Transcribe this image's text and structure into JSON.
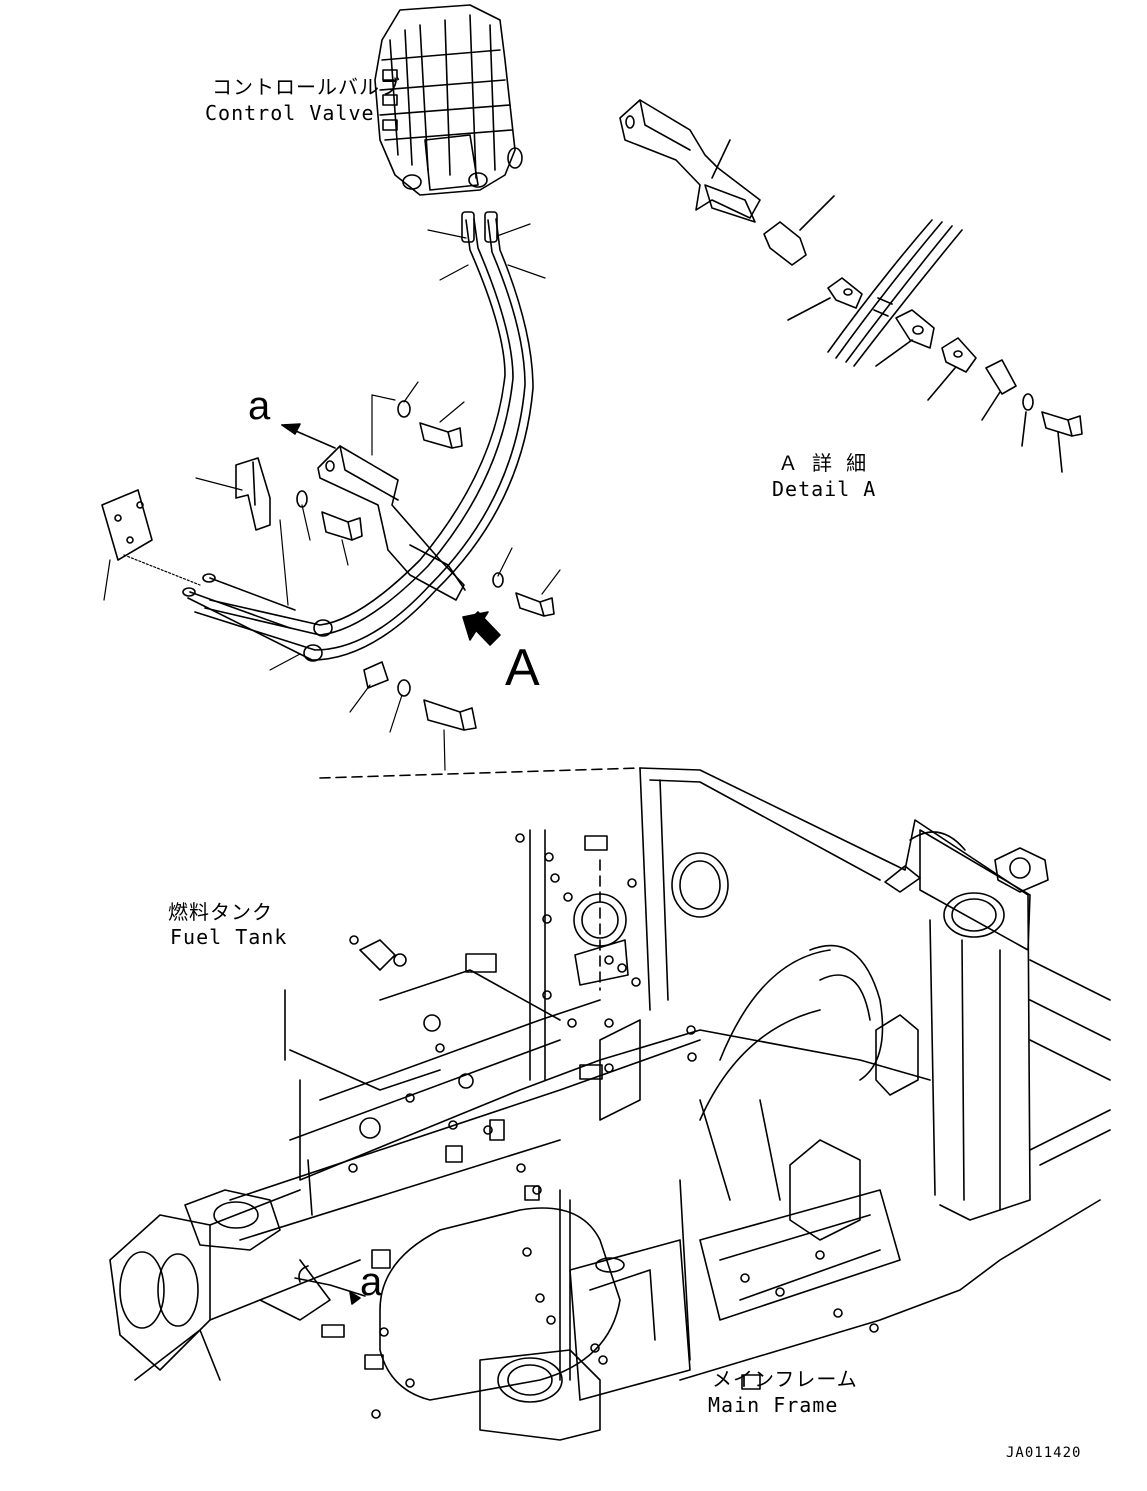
{
  "labels": {
    "control_valve_jp": "コントロールバルブ",
    "control_valve_en": "Control Valve",
    "detail_jp": "Ａ 詳 細",
    "detail_en": "Detail A",
    "fuel_tank_jp": "燃料タンク",
    "fuel_tank_en": "Fuel Tank",
    "main_frame_jp": "メインフレーム",
    "main_frame_en": "Main Frame",
    "view_letter": "A",
    "ref_a_top": "a",
    "ref_a_bottom": "a",
    "drawing_code": "JA011420"
  }
}
